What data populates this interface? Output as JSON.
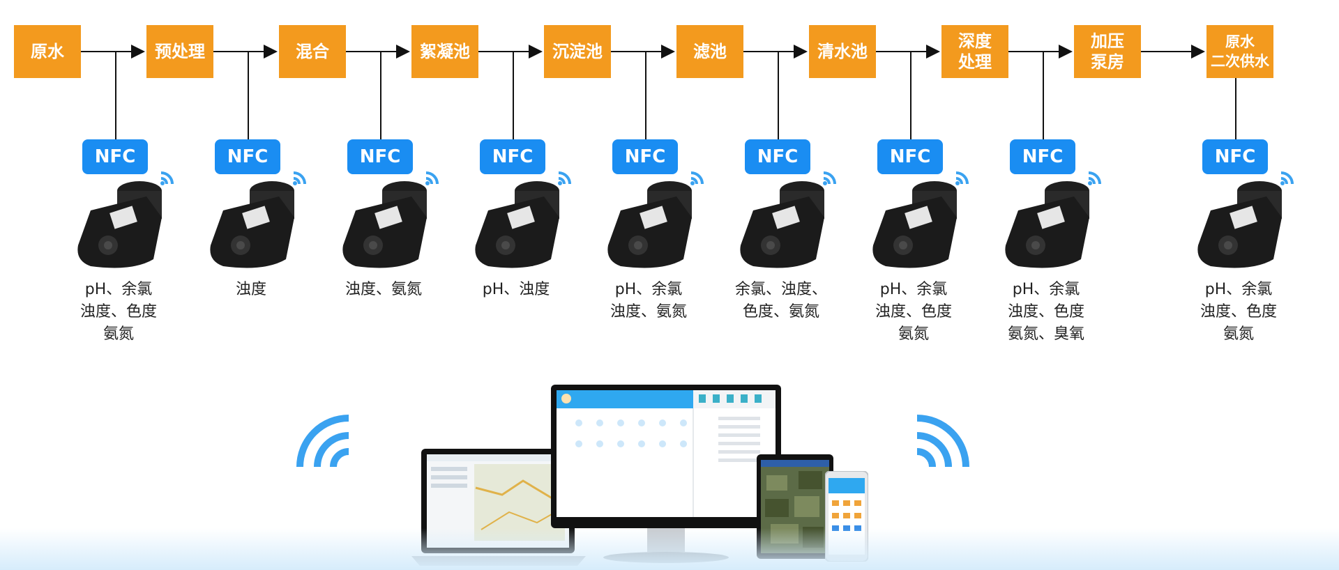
{
  "colors": {
    "step_fill": "#f39a1e",
    "nfc_fill": "#1a8df2",
    "wifi": "#3aa2f0",
    "connector": "#111111"
  },
  "steps": [
    {
      "label": "原水"
    },
    {
      "label": "预处理"
    },
    {
      "label": "混合"
    },
    {
      "label": "絮凝池"
    },
    {
      "label": "沉淀池"
    },
    {
      "label": "滤池"
    },
    {
      "label": "清水池"
    },
    {
      "label": "深度\n处理"
    },
    {
      "label": "加压\n泵房"
    },
    {
      "label": "原水\n二次供水"
    }
  ],
  "stations": [
    {
      "nfc": "NFC",
      "params": "pH、余氯\n浊度、色度\n氨氮"
    },
    {
      "nfc": "NFC",
      "params": "浊度"
    },
    {
      "nfc": "NFC",
      "params": "浊度、氨氮"
    },
    {
      "nfc": "NFC",
      "params": "pH、浊度"
    },
    {
      "nfc": "NFC",
      "params": "pH、余氯\n浊度、氨氮"
    },
    {
      "nfc": "NFC",
      "params": "余氯、浊度、\n色度、氨氮"
    },
    {
      "nfc": "NFC",
      "params": "pH、余氯\n浊度、色度\n氨氮"
    },
    {
      "nfc": "NFC",
      "params": "pH、余氯\n浊度、色度\n氨氮、臭氧"
    },
    {
      "nfc": "NFC",
      "params": "pH、余氯\n浊度、色度\n氨氮"
    }
  ],
  "icons": {
    "wifi": "wifi-icon",
    "meter": "handheld-meter-icon",
    "laptop": "laptop-icon",
    "monitor": "monitor-icon",
    "tablet": "tablet-icon",
    "phone": "phone-icon"
  }
}
